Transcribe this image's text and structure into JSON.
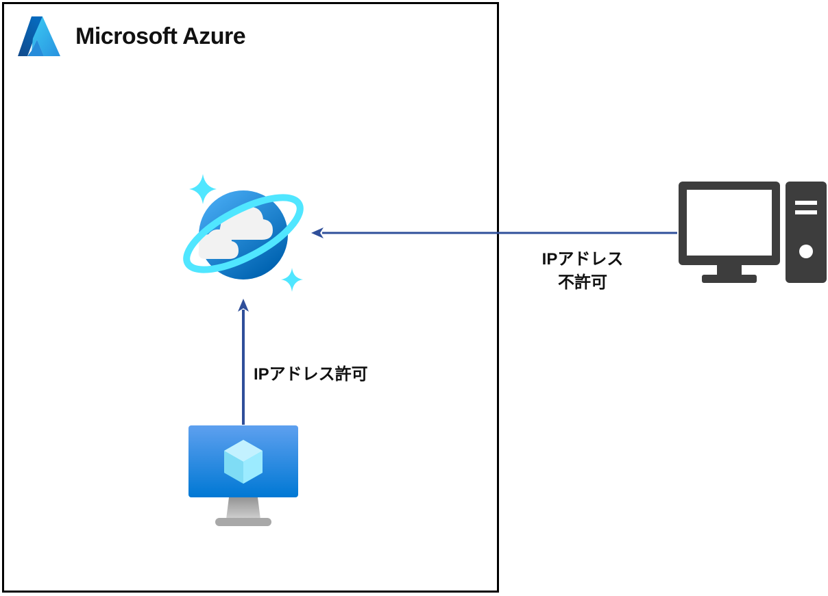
{
  "header": {
    "brand": "Microsoft Azure",
    "logo_icon": "azure-logo-icon"
  },
  "nodes": {
    "database": {
      "icon": "cosmos-db-icon"
    },
    "vm": {
      "icon": "virtual-machine-icon"
    },
    "external_pc": {
      "icon": "desktop-computer-icon"
    }
  },
  "edges": {
    "allowed": {
      "label": "IPアドレス許可"
    },
    "denied": {
      "label_line1": "IPアドレス",
      "label_line2": "不許可"
    }
  },
  "colors": {
    "arrow": "#2f4f9a",
    "azure_blue": "#0078d4",
    "pc_gray": "#3d3d3d"
  }
}
